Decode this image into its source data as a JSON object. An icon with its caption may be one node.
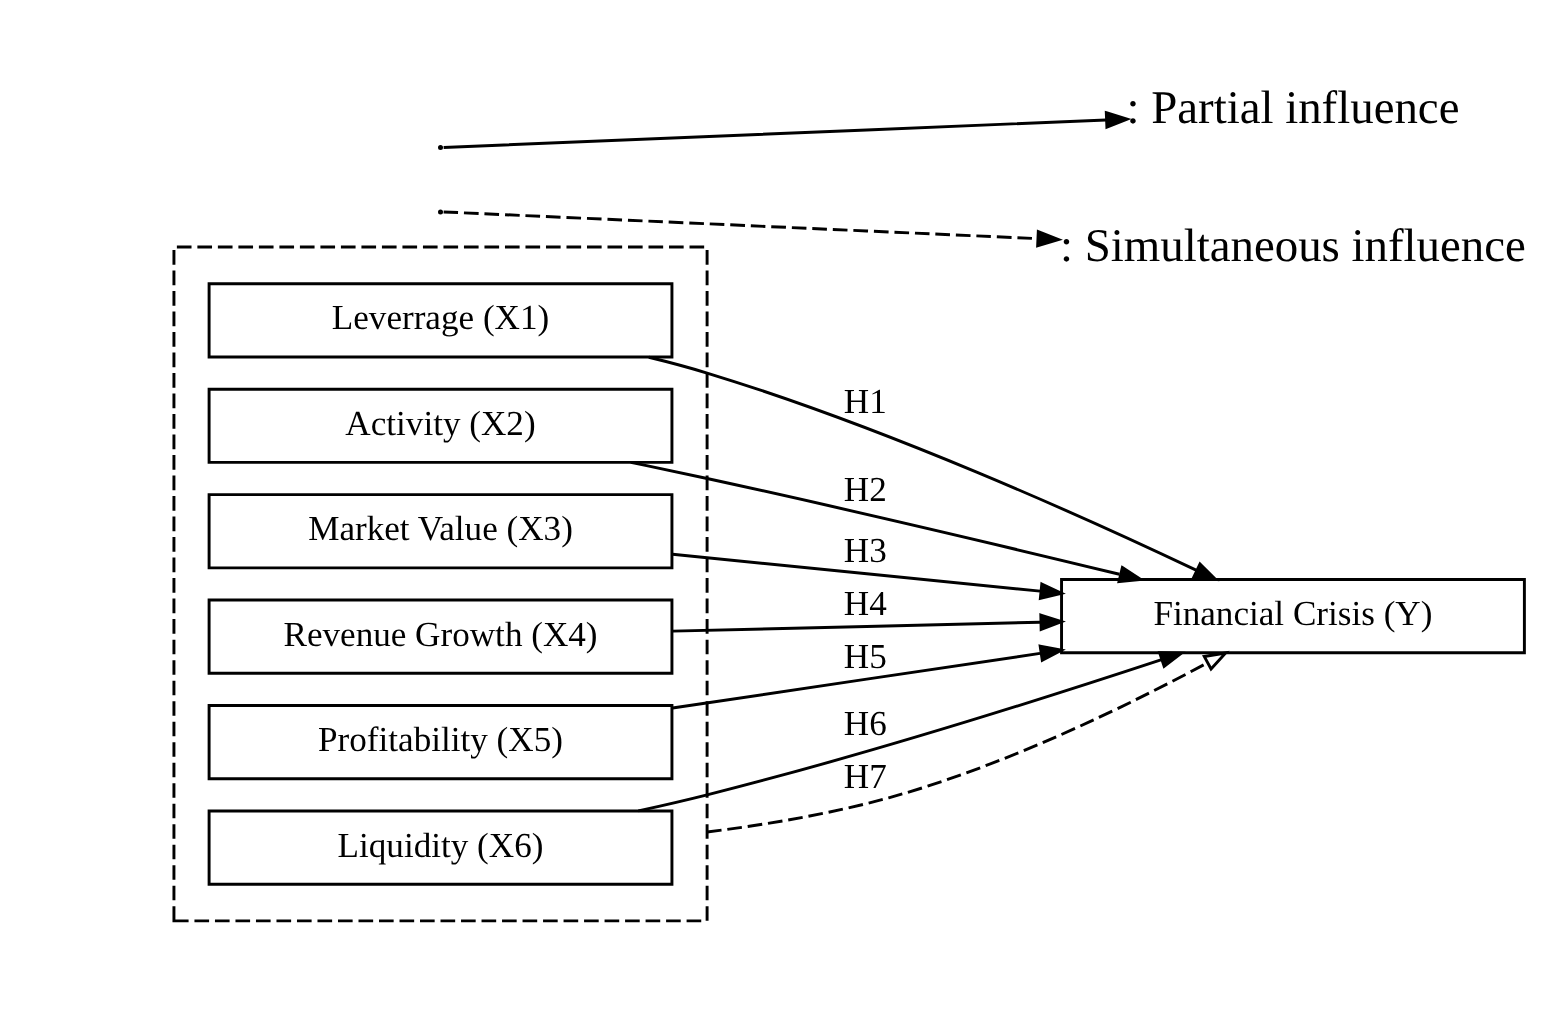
{
  "diagram": {
    "nodes": [
      {
        "text": [],
        "shape": "box"
      },
      {
        "text": [
          "Leverrage (X1)"
        ],
        "in": 0
      },
      {
        "text": [
          "Activity (X2)"
        ],
        "in": 0
      },
      {
        "text": [
          "Market Value (X3)"
        ],
        "in": 0
      },
      {
        "text": [
          "Revenue Growth (X4)"
        ],
        "in": 0
      },
      {
        "text": [
          "Profitability (X5)"
        ],
        "in": 0
      },
      {
        "text": [
          "Liquidity (X6)"
        ],
        "in": 0
      },
      {
        "text": [
          "Financial Crisis (Y)"
        ]
      }
    ],
    "edges": [
      {
        "from": 1,
        "to": 7,
        "arrow": "to",
        "label": "H1"
      },
      {
        "from": 2,
        "to": 7,
        "arrow": "to",
        "label": "H2"
      },
      {
        "from": 3,
        "to": 7,
        "arrow": "to",
        "label": "H3"
      },
      {
        "from": 4,
        "to": 7,
        "arrow": "to",
        "label": "H4"
      },
      {
        "from": 5,
        "to": 7,
        "arrow": "to",
        "label": "H5"
      },
      {
        "from": 6,
        "to": 7,
        "arrow": "to",
        "label": "H6"
      },
      {
        "from": 0,
        "to": 7,
        "arrow": "to",
        "label": "H7",
        "style": "dashed"
      }
    ],
    "legend": [
      {
        "text": ": Partial influence"
      },
      {
        "text": ": Simultaneous influence"
      }
    ]
  }
}
